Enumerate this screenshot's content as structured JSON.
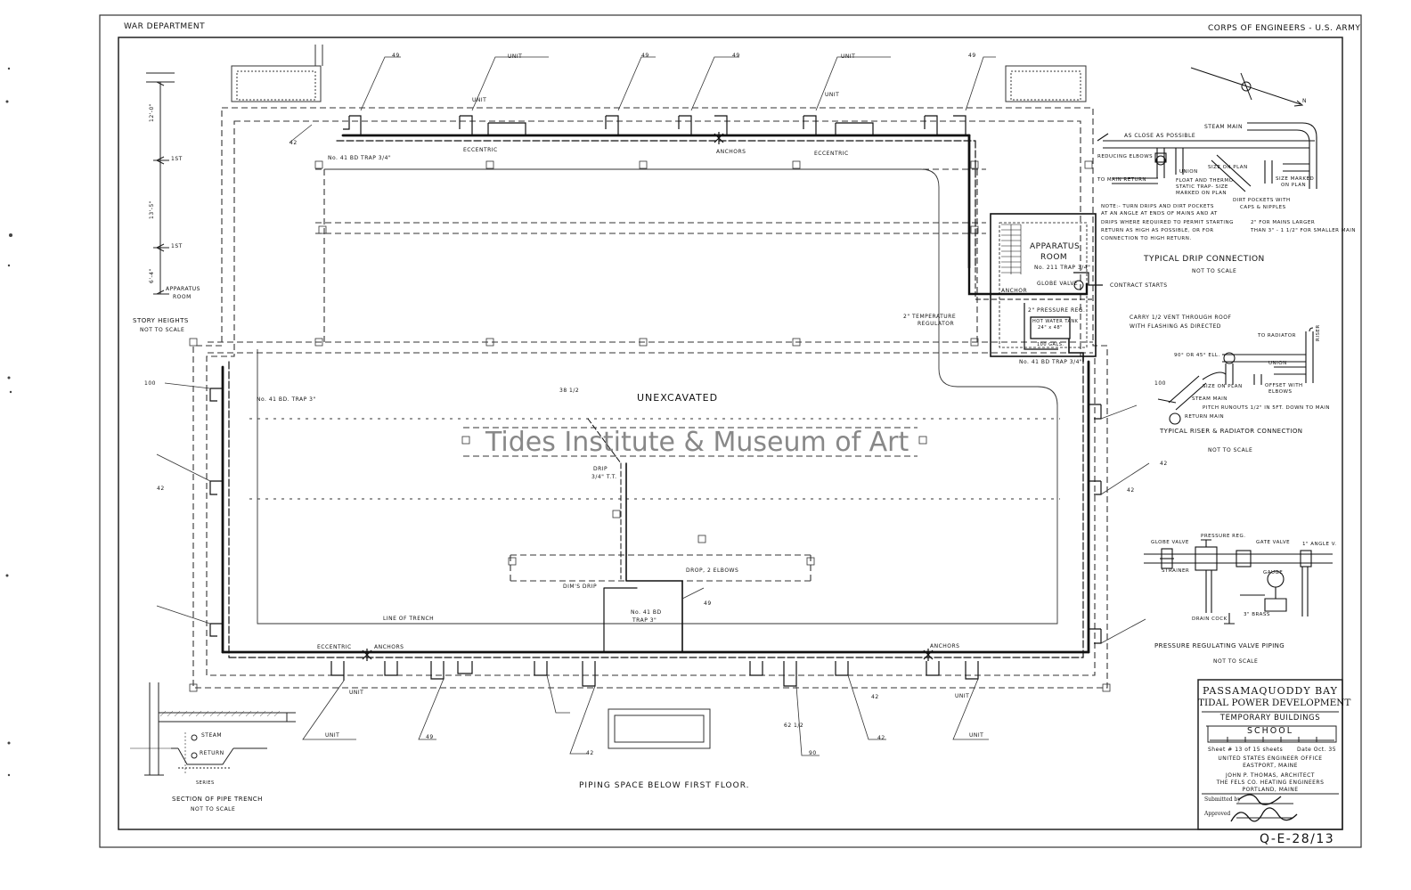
{
  "header": {
    "left": "WAR DEPARTMENT",
    "right": "CORPS OF ENGINEERS - U.S. ARMY"
  },
  "plan": {
    "unexcavated": "UNEXCAVATED",
    "caption": "PIPING SPACE BELOW FIRST FLOOR.",
    "apparatus_room_1": "APPARATUS",
    "apparatus_room_2": "ROOM",
    "trap_211": "No. 211 TRAP 3/4\"",
    "trap_41_top": "No. 41 BD TRAP 3/4\"",
    "trap_41_left": "No. 41 BD. TRAP 3\"",
    "trap_41_room": "No. 41 BD TRAP 3/4\"",
    "trap_41_bottom_1": "No. 41 BD",
    "trap_41_bottom_2": "TRAP 3\"",
    "eccentric": "ECCENTRIC",
    "anchors": "ANCHORS",
    "unit": "UNIT",
    "line_of_trench": "LINE OF TRENCH",
    "drip": "DRIP",
    "drip_tt": "3/4\" T.T.",
    "drop_elbows": "DROP, 2 ELBOWS",
    "dim_drip": "DIM'S DRIP",
    "globe_valve": "GLOBE VALVE",
    "contract_starts": "CONTRACT STARTS",
    "pressure_reg": "2\" PRESSURE REG.",
    "hot_water_tank_1": "HOT WATER TANK",
    "hot_water_tank_2": "24\" x 48\"",
    "hot_water_tank_3": "100 GALS.",
    "temp_regulator_1": "2\" TEMPERATURE",
    "temp_regulator_2": "REGULATOR",
    "anchor": "ANCHOR",
    "vent_1": "CARRY 1/2 VENT THROUGH ROOF",
    "vent_2": "WITH FLASHING AS DIRECTED",
    "riser": "RISER",
    "numbers": [
      "49",
      "49",
      "49",
      "49",
      "49",
      "42",
      "42",
      "42",
      "42",
      "42",
      "42",
      "42",
      "100",
      "100",
      "38 1/2",
      "90",
      "49",
      "62 1/2"
    ]
  },
  "story_heights": {
    "title": "STORY HEIGHTS",
    "subtitle": "NOT TO SCALE",
    "dims": [
      "12'-0\"",
      "13'-5\"",
      "6'-4\""
    ],
    "marks": [
      "1ST",
      "1ST"
    ],
    "apparatus_1": "APPARATUS",
    "apparatus_2": "ROOM"
  },
  "trench": {
    "title": "SECTION OF PIPE TRENCH",
    "subtitle": "NOT TO SCALE",
    "steam": "STEAM",
    "return": "RETURN",
    "series": "SERIES"
  },
  "drip_detail": {
    "title": "TYPICAL DRIP CONNECTION",
    "subtitle": "NOT TO SCALE",
    "as_close": "AS CLOSE AS POSSIBLE",
    "steam_main": "STEAM MAIN",
    "reducing_elbows": "REDUCING ELBOWS",
    "union": "UNION",
    "size_on_plan": "SIZE ON PLAN",
    "to_main_return": "TO MAIN RETURN",
    "float_thermo_1": "FLOAT AND THERMO",
    "float_thermo_2": "STATIC TRAP- SIZE",
    "float_thermo_3": "MARKED ON PLAN",
    "size_marked_1": "SIZE MARKED",
    "size_marked_2": "ON PLAN",
    "dirt_pockets_1": "DIRT POCKETS WITH",
    "dirt_pockets_2": "CAPS & NIPPLES",
    "note_1": "NOTE:- TURN DRIPS AND DIRT POCKETS",
    "note_2": "AT AN ANGLE AT ENDS OF MAINS AND AT",
    "note_3": "DRIPS WHERE REQUIRED TO PERMIT STARTING",
    "note_4": "RETURN AS HIGH AS POSSIBLE, OR FOR",
    "note_5": "CONNECTION TO HIGH RETURN.",
    "mains_1": "2\" FOR MAINS LARGER",
    "mains_2": "THAN 3\" - 1 1/2\" FOR SMALLER MAIN"
  },
  "riser_detail": {
    "title": "TYPICAL RISER & RADIATOR CONNECTION",
    "subtitle": "NOT TO SCALE",
    "to_radiator": "TO RADIATOR",
    "ell": "90° OR 45° ELL.",
    "union": "UNION",
    "size_on_plan": "SIZE ON PLAN",
    "offset_1": "OFFSET WITH",
    "offset_2": "ELBOWS",
    "steam_main": "STEAM MAIN",
    "pitch": "PITCH RUNOUTS 1/2\" IN 5FT. DOWN TO MAIN",
    "return_main": "RETURN MAIN"
  },
  "prv_detail": {
    "title": "PRESSURE REGULATING VALVE PIPING",
    "subtitle": "NOT TO SCALE",
    "globe_valve": "GLOBE VALVE",
    "pressure_reg": "PRESSURE REG.",
    "gate_valve": "GATE VALVE",
    "angle_v": "1\" ANGLE V.",
    "strainer": "STRAINER",
    "gauge": "GAUGE",
    "drain_cock": "DRAIN COCK",
    "brass": "3\" BRASS"
  },
  "title_block": {
    "line1": "PASSAMAQUODDY BAY",
    "line2": "TIDAL POWER DEVELOPMENT",
    "line3": "TEMPORARY BUILDINGS",
    "line4": "SCHOOL",
    "sheet": "Sheet # 13 of 15 sheets",
    "date": "Date Oct. 35",
    "office_1": "UNITED STATES ENGINEER OFFICE",
    "office_2": "EASTPORT, MAINE",
    "architect": "JOHN P. THOMAS, ARCHITECT",
    "engineers": "THE FELS CO.   HEATING ENGINEERS",
    "engineers_city": "PORTLAND, MAINE",
    "submitted": "Submitted by",
    "approved": "Approved"
  },
  "drawing_number": "Q-E-28/13",
  "watermark": "Tides Institute & Museum of Art"
}
